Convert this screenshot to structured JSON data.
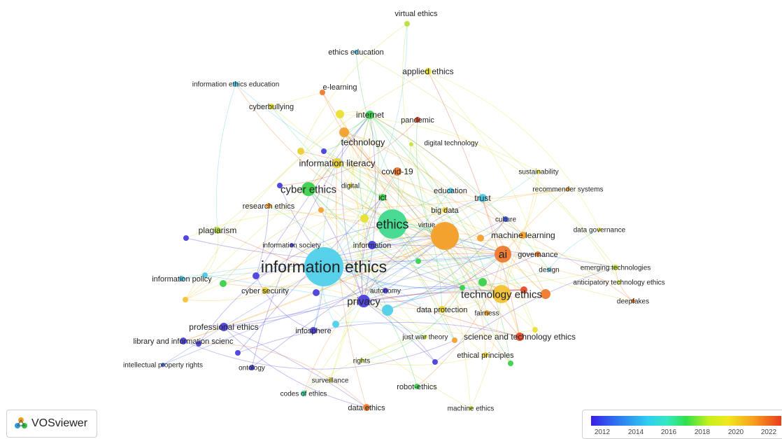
{
  "app": {
    "name": "VOSviewer"
  },
  "legend": {
    "years": [
      "2012",
      "2014",
      "2016",
      "2018",
      "2020",
      "2022"
    ]
  },
  "nodes": [
    {
      "label": "information ethics",
      "color": "#4fd0ea",
      "weight": 100
    },
    {
      "label": "ethics",
      "color": "#3fd98e",
      "weight": 60
    },
    {
      "label": "privacy",
      "color": "#4a3fdc",
      "weight": 25
    },
    {
      "label": "technology ethics",
      "color": "#f3c233",
      "weight": 35
    },
    {
      "label": "ai",
      "color": "#ef7a2e",
      "weight": 28
    },
    {
      "label": "cyber ethics",
      "color": "#3ad14c",
      "weight": 22
    },
    {
      "label": "virtual ethics",
      "color": "#b8e23c",
      "weight": 5
    },
    {
      "label": "ethics education",
      "color": "#4cc9e6",
      "weight": 5
    },
    {
      "label": "applied ethics",
      "color": "#e8e033",
      "weight": 7
    },
    {
      "label": "information ethics education",
      "color": "#4cc9e6",
      "weight": 5
    },
    {
      "label": "e-learning",
      "color": "#ef7a2e",
      "weight": 5
    },
    {
      "label": "cyberbullying",
      "color": "#e8e033",
      "weight": 6
    },
    {
      "label": "internet",
      "color": "#3ad14c",
      "weight": 12
    },
    {
      "label": "pandemic",
      "color": "#e84a2a",
      "weight": 6
    },
    {
      "label": "technology",
      "color": "#f3a02e",
      "weight": 14
    },
    {
      "label": "digital technology",
      "color": "#c8e23c",
      "weight": 5
    },
    {
      "label": "information literacy",
      "color": "#e8d033",
      "weight": 12
    },
    {
      "label": "covid-19",
      "color": "#ef7a2e",
      "weight": 10
    },
    {
      "label": "sustainability",
      "color": "#e8e033",
      "weight": 5
    },
    {
      "label": "recommender systems",
      "color": "#f3a02e",
      "weight": 5
    },
    {
      "label": "education",
      "color": "#4cc9e6",
      "weight": 6
    },
    {
      "label": "trust",
      "color": "#4cc9e6",
      "weight": 8
    },
    {
      "label": "digital",
      "color": "#e8d033",
      "weight": 5
    },
    {
      "label": "ict",
      "color": "#3ad14c",
      "weight": 9
    },
    {
      "label": "research ethics",
      "color": "#f3a02e",
      "weight": 5
    },
    {
      "label": "big data",
      "color": "#e8d033",
      "weight": 6
    },
    {
      "label": "culture",
      "color": "#3a5fe6",
      "weight": 5
    },
    {
      "label": "virtue",
      "color": "#f3c233",
      "weight": 5
    },
    {
      "label": "plagiarism",
      "color": "#b8e23c",
      "weight": 7
    },
    {
      "label": "machine learning",
      "color": "#f3a02e",
      "weight": 8
    },
    {
      "label": "data governance",
      "color": "#e8e033",
      "weight": 5
    },
    {
      "label": "information society",
      "color": "#4a3fdc",
      "weight": 5
    },
    {
      "label": "information",
      "color": "#4a3fdc",
      "weight": 9
    },
    {
      "label": "governance",
      "color": "#ef7a2e",
      "weight": 7
    },
    {
      "label": "design",
      "color": "#4cc9e6",
      "weight": 5
    },
    {
      "label": "emerging technologies",
      "color": "#b8e23c",
      "weight": 5
    },
    {
      "label": "anticipatory technology ethics",
      "color": "#c8e23c",
      "weight": 5
    },
    {
      "label": "information policy",
      "color": "#4cc9e6",
      "weight": 6
    },
    {
      "label": "cyber security",
      "color": "#e8d033",
      "weight": 6
    },
    {
      "label": "autonomy",
      "color": "#4a3fdc",
      "weight": 6
    },
    {
      "label": "deepfakes",
      "color": "#ef7a2e",
      "weight": 5
    },
    {
      "label": "data protection",
      "color": "#e8d033",
      "weight": 6
    },
    {
      "label": "fairness",
      "color": "#f3a02e",
      "weight": 5
    },
    {
      "label": "professional ethics",
      "color": "#4a3fdc",
      "weight": 7
    },
    {
      "label": "infosphere",
      "color": "#4a3fdc",
      "weight": 6
    },
    {
      "label": "just war theory",
      "color": "#c8e23c",
      "weight": 5
    },
    {
      "label": "science and technology ethics",
      "color": "#e84a2a",
      "weight": 8
    },
    {
      "label": "library and information scienc",
      "color": "#4a3fdc",
      "weight": 6
    },
    {
      "label": "ethical principles",
      "color": "#e8d033",
      "weight": 5
    },
    {
      "label": "intellectual property rights",
      "color": "#4a6fe6",
      "weight": 5
    },
    {
      "label": "ontology",
      "color": "#4a3fdc",
      "weight": 5
    },
    {
      "label": "rights",
      "color": "#c8e23c",
      "weight": 5
    },
    {
      "label": "surveillance",
      "color": "#e8e033",
      "weight": 5
    },
    {
      "label": "robot-ethics",
      "color": "#3ad14c",
      "weight": 6
    },
    {
      "label": "codes of ethics",
      "color": "#3ad1a0",
      "weight": 5
    },
    {
      "label": "data ethics",
      "color": "#ef7a2e",
      "weight": 6
    },
    {
      "label": "machine ethics",
      "color": "#c8e23c",
      "weight": 5
    }
  ]
}
